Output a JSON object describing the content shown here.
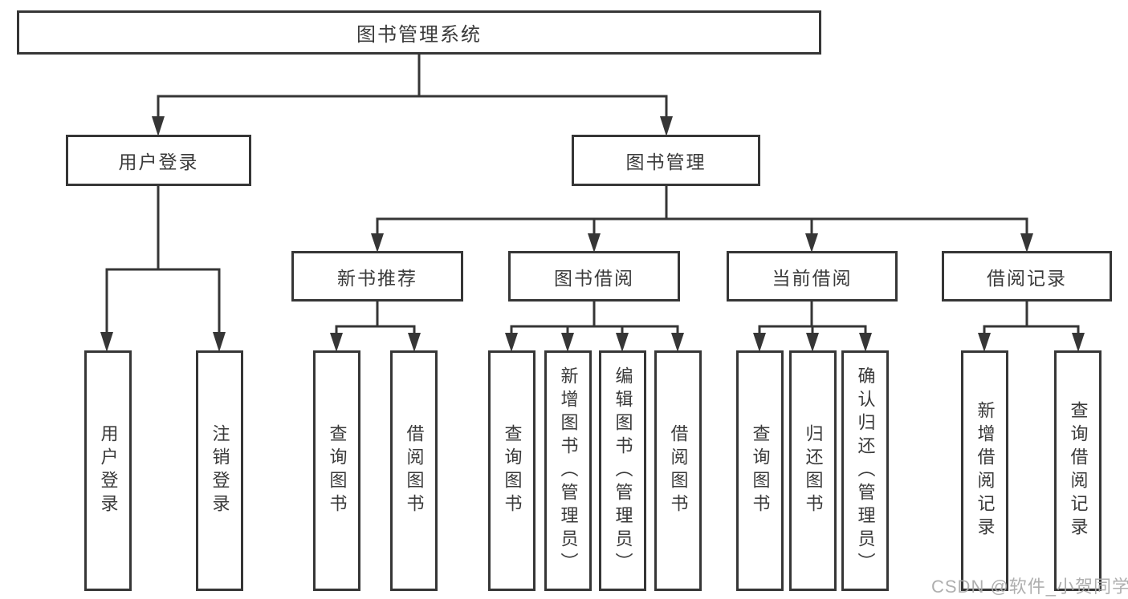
{
  "title": "图书管理系统",
  "watermark": "CSDN @软件_小贺同学",
  "colors": {
    "line": "#363636",
    "box_border": "#363636",
    "text": "#3a3a3a",
    "background": "#ffffff",
    "watermark": "#a8a8a8"
  },
  "tree": {
    "label": "图书管理系统",
    "children": [
      {
        "label": "用户登录",
        "children": [
          {
            "label": "用户登录"
          },
          {
            "label": "注销登录"
          }
        ]
      },
      {
        "label": "图书管理",
        "children": [
          {
            "label": "新书推荐",
            "children": [
              {
                "label": "查询图书"
              },
              {
                "label": "借阅图书"
              }
            ]
          },
          {
            "label": "图书借阅",
            "children": [
              {
                "label": "查询图书"
              },
              {
                "label": "新增图书（管理员）"
              },
              {
                "label": "编辑图书（管理员）"
              },
              {
                "label": "借阅图书"
              }
            ]
          },
          {
            "label": "当前借阅",
            "children": [
              {
                "label": "查询图书"
              },
              {
                "label": "归还图书"
              },
              {
                "label": "确认归还（管理员）"
              }
            ]
          },
          {
            "label": "借阅记录",
            "children": [
              {
                "label": "新增借阅记录"
              },
              {
                "label": "查询借阅记录"
              }
            ]
          }
        ]
      }
    ]
  }
}
